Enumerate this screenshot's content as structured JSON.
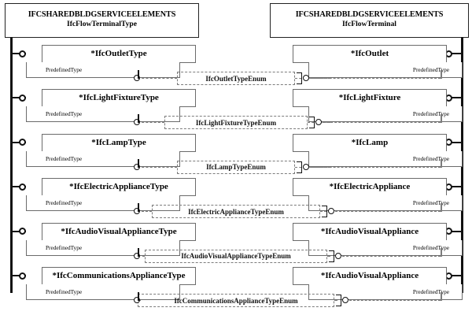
{
  "diagram": {
    "title": "IFC Flow Terminal Type / Flow Terminal relationship diagram",
    "packages": {
      "left": {
        "schema": "IFCSHAREDBLDGSERVICEELEMENTS",
        "entity": "IfcFlowTerminalType"
      },
      "right": {
        "schema": "IFCSHAREDBLDGSERVICEELEMENTS",
        "entity": "IfcFlowTerminal"
      }
    },
    "attribute_label": "PredefinedType",
    "rows": [
      {
        "left_entity": "*IfcOutletType",
        "left_attribute": "PredefinedType",
        "enum": "IfcOutletTypeEnum",
        "right_entity": "*IfcOutlet",
        "right_attribute": "PredefinedType"
      },
      {
        "left_entity": "*IfcLightFixtureType",
        "left_attribute": "PredefinedType",
        "enum": "IfcLightFixtureTypeEnum",
        "right_entity": "*IfcLightFixture",
        "right_attribute": "PredefinedType"
      },
      {
        "left_entity": "*IfcLampType",
        "left_attribute": "PredefinedType",
        "enum": "IfcLampTypeEnum",
        "right_entity": "*IfcLamp",
        "right_attribute": "PredefinedType"
      },
      {
        "left_entity": "*IfcElectricApplianceType",
        "left_attribute": "PredefinedType",
        "enum": "IfcElectricApplianceTypeEnum",
        "right_entity": "*IfcElectricAppliance",
        "right_attribute": "PredefinedType"
      },
      {
        "left_entity": "*IfcAudioVisualApplianceType",
        "left_attribute": "PredefinedType",
        "enum": "IfcAudioVisualApplianceTypeEnum",
        "right_entity": "*IfcAudioVisualAppliance",
        "right_attribute": "PredefinedType"
      },
      {
        "left_entity": "*IfcCommunicationsApplianceType",
        "left_attribute": "PredefinedType",
        "enum": "IfcCommunicationsApplianceTypeEnum",
        "right_entity": "*IfcAudioVisualAppliance",
        "right_attribute": "PredefinedType"
      }
    ],
    "colors": {
      "line": "#111111",
      "box_border": "#6b6b6b",
      "dashed": "#7c7c7c",
      "background": "#ffffff"
    }
  }
}
